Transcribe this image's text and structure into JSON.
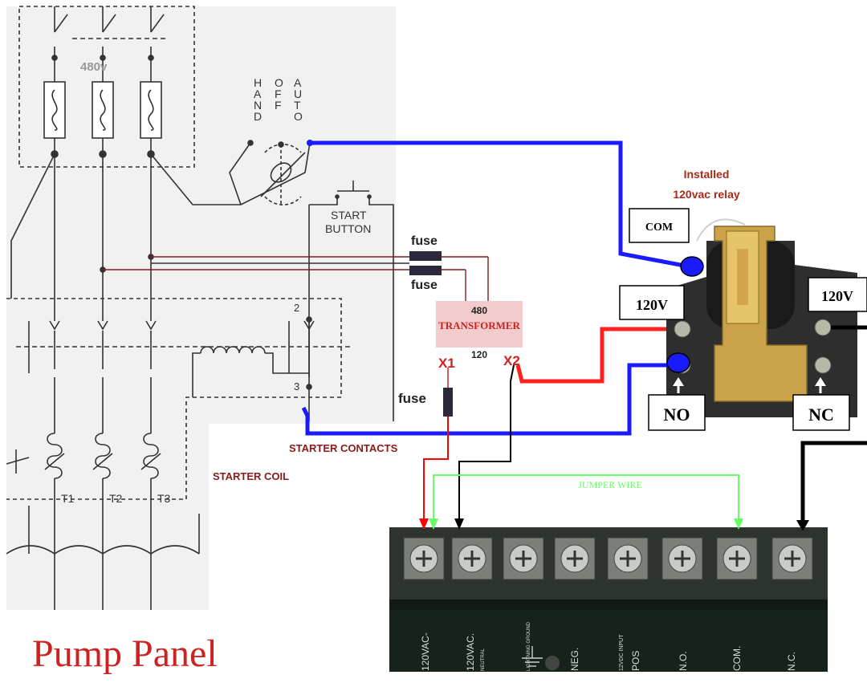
{
  "schematic": {
    "voltage_label": "480v",
    "switch_positions": [
      "H A N D",
      "O F F",
      "A U T O"
    ],
    "switch_letters": {
      "hand": [
        "H",
        "A",
        "N",
        "D"
      ],
      "off": [
        "O",
        "F",
        "F"
      ],
      "auto": [
        "A",
        "U",
        "T",
        "O"
      ]
    },
    "start_button_line1": "START",
    "start_button_line2": "BUTTON",
    "contact_2": "2",
    "contact_3": "3",
    "motor_terminals": [
      "T1",
      "T2",
      "T3"
    ],
    "starter_contacts_label": "STARTER CONTACTS",
    "starter_coil_label": "STARTER COIL"
  },
  "transformer": {
    "primary": "480",
    "name": "TRANSFORMER",
    "secondary": "120",
    "x1": "X1",
    "x2": "X2"
  },
  "fuses": {
    "top": "fuse",
    "bottom": "fuse",
    "secondary": "fuse"
  },
  "relay": {
    "title_line1": "Installed",
    "title_line2": "120vac relay",
    "com": "COM",
    "coil_left": "120V",
    "coil_right": "120V",
    "no": "NO",
    "nc": "NC"
  },
  "terminal_block": {
    "jumper_label": "JUMPER WIRE",
    "terminals": [
      "120VAC-",
      "120VAC.",
      "LIGHTNING GROUND",
      "NEG.",
      "12VDC INPUT",
      "POS",
      "N.O.",
      "COM.",
      "N.C."
    ],
    "sub_labels": {
      "neutral": "NEUTRAL"
    }
  },
  "caption": "Pump Panel",
  "colors": {
    "wire_blue": "#1a1aff",
    "wire_red": "#ff0000",
    "wire_black": "#000000",
    "wire_green": "#66ff66",
    "schematic_red": "#8b1a1a",
    "caption_red": "#cc2222",
    "transformer_fill": "#f2cccc"
  }
}
